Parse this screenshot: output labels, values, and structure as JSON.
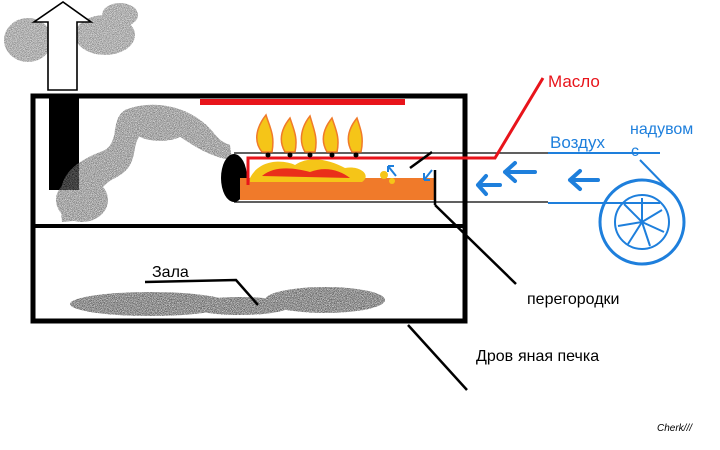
{
  "labels": {
    "oil": "Масло",
    "air": "Воздух",
    "blower_line1": "надувом",
    "blower_line2": "с",
    "ash": "Зала",
    "partitions": "перегородки",
    "stove_part1": "Дров",
    "stove_part2": "яная печка",
    "signature": "Cherk///"
  },
  "colors": {
    "outline": "#000000",
    "oil": "#e8141b",
    "air": "#1e7fdc",
    "smoke": "#8a8a8a",
    "fire_orange": "#f07a2a",
    "fire_yellow": "#f5c518"
  }
}
